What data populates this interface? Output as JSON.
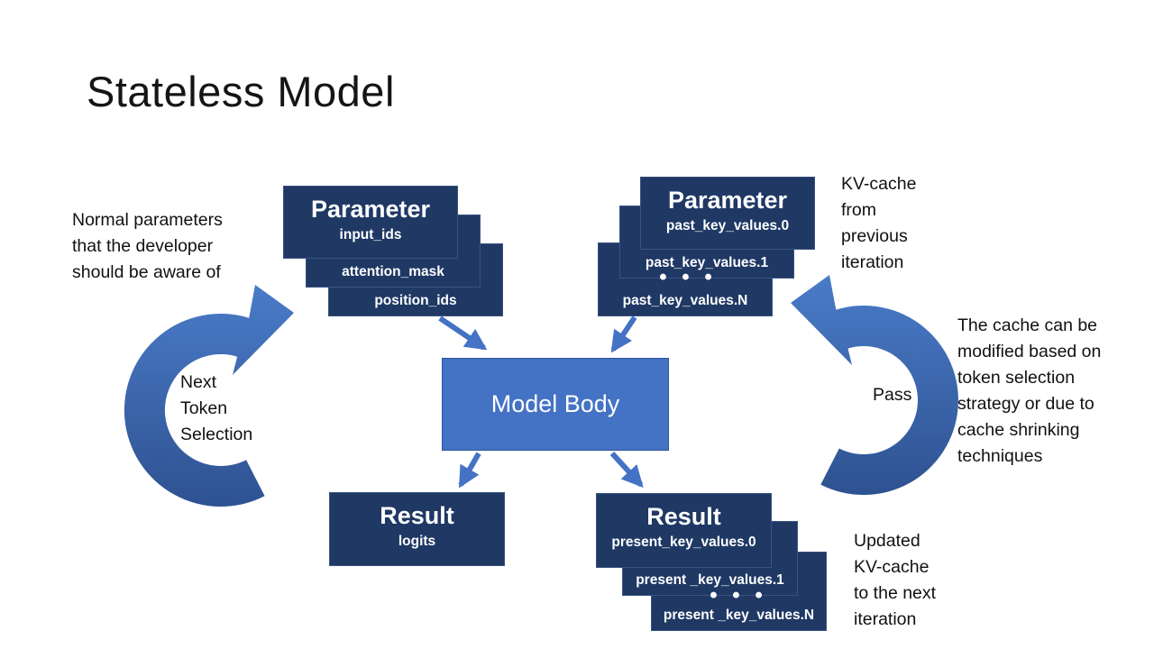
{
  "title": "Stateless Model",
  "colors": {
    "box_navy": "#1f3864",
    "accent_blue": "#4472c4",
    "arrow_dark_blue": "#2e5291",
    "text_black": "#111111",
    "text_white": "#ffffff",
    "background": "#ffffff"
  },
  "diagram": {
    "left_parameter_stack": {
      "title": "Parameter",
      "items": [
        "input_ids",
        "attention_mask",
        "position_ids"
      ]
    },
    "right_parameter_stack": {
      "title": "Parameter",
      "items": [
        "past_key_values.0",
        "past_key_values.1",
        "past_key_values.N"
      ],
      "ellipsis": "• • •"
    },
    "model_body": {
      "label": "Model Body"
    },
    "left_result": {
      "title": "Result",
      "items": [
        "logits"
      ]
    },
    "right_result_stack": {
      "title": "Result",
      "items": [
        "present_key_values.0",
        "present _key_values.1",
        "present _key_values.N"
      ],
      "ellipsis": "• • •"
    }
  },
  "annotations": {
    "normal_parameters": "Normal parameters\nthat the developer\nshould be aware of",
    "kv_cache_from": "KV-cache\nfrom\nprevious\niteration",
    "next_token_selection": "Next\nToken\nSelection",
    "pass": "Pass",
    "cache_modified": "The cache can be\nmodified based on\ntoken selection\nstrategy or due to\ncache shrinking\ntechniques",
    "updated_kv_cache": "Updated\nKV-cache\nto the next\niteration"
  }
}
